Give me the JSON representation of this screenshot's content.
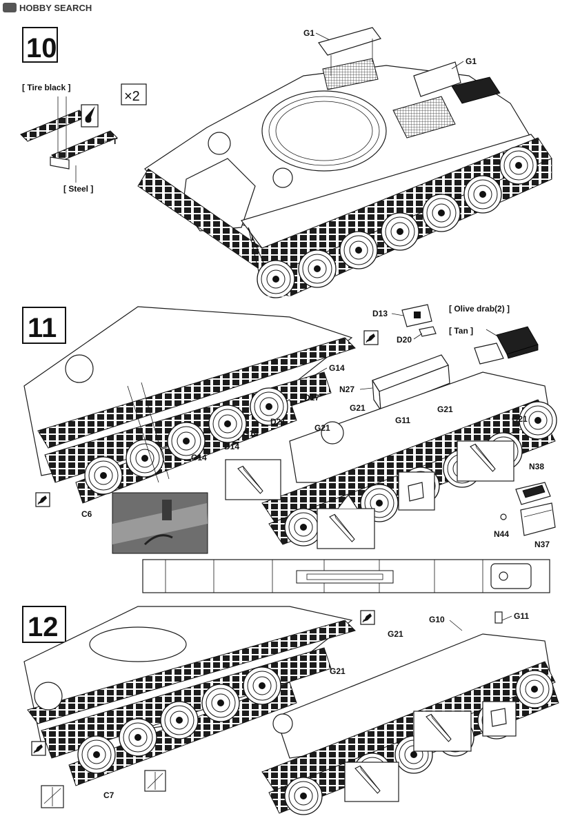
{
  "watermark": "HOBBY SEARCH",
  "steps": [
    {
      "number": "10",
      "paint_tire": "[ Tire black ]",
      "paint_track": "[ Steel ]",
      "multiplier": "×2",
      "callouts": {
        "t": "T",
        "g1a": "G1",
        "g1b": "G1"
      }
    },
    {
      "number": "11",
      "paint_olive": "[ Olive drab(2) ]",
      "paint_tan": "[ Tan ]",
      "callouts": {
        "d13": "D13",
        "d20": "D20",
        "g14a": "G14",
        "d17": "D17",
        "d21": "D21",
        "g14b": "G14",
        "d14": "D14",
        "g14c": "G14",
        "c6": "C6",
        "n27": "N27",
        "g21a": "G21",
        "g11": "G11",
        "g21b": "G21",
        "g21c": "G21",
        "g21d": "G21",
        "n38": "N38",
        "n44": "N44",
        "n37": "N37"
      }
    },
    {
      "number": "12",
      "callouts": {
        "g10": "G10",
        "g11": "G11",
        "g21a": "G21",
        "g21b": "G21",
        "c7": "C7"
      }
    }
  ],
  "icons": [
    "cement-icon",
    "paint-bottle-icon",
    "cut-icon"
  ]
}
